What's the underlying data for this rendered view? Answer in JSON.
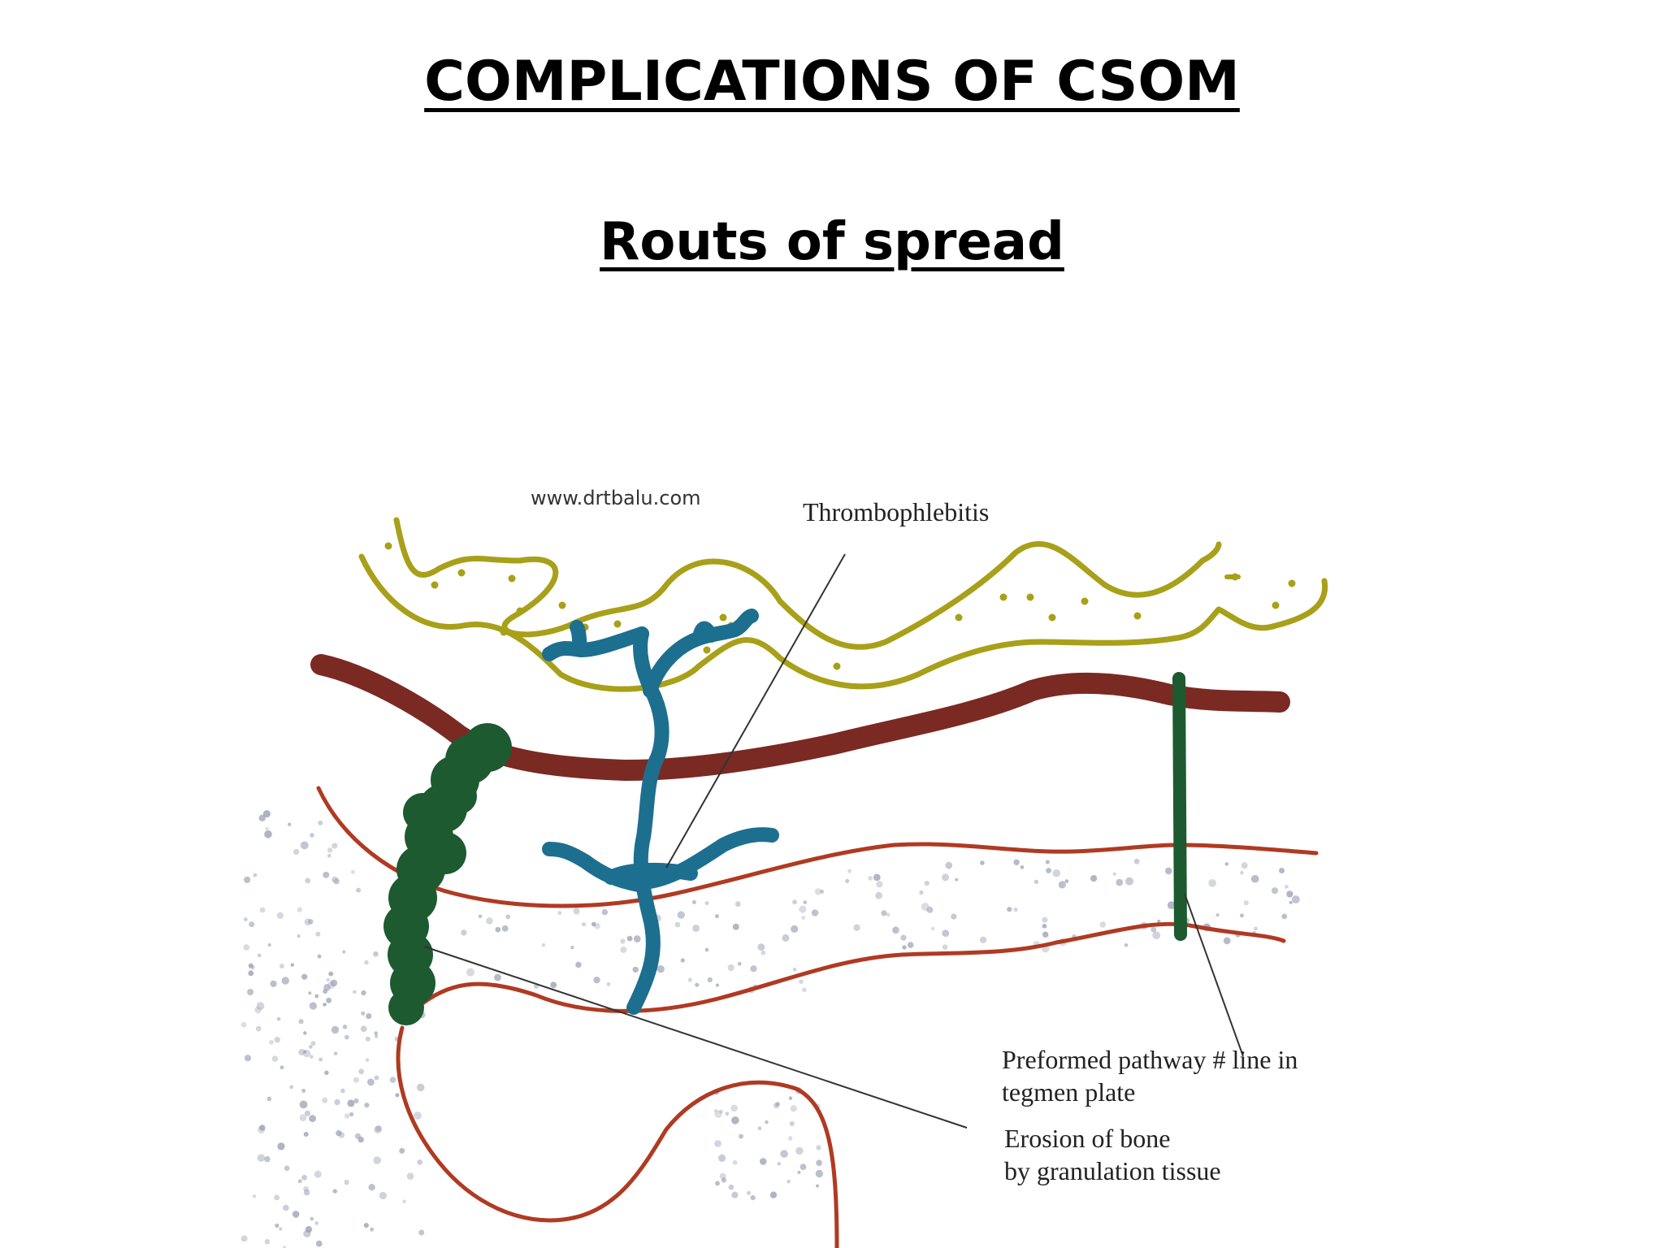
{
  "slide": {
    "title": "COMPLICATIONS OF CSOM",
    "subtitle": "Routs of spread"
  },
  "diagram": {
    "watermark": "www.drtbalu.com",
    "labels": {
      "thrombophlebitis": "Thrombophlebitis",
      "preformed_line1": "Preformed pathway # line in",
      "preformed_line2": "tegmen plate",
      "erosion_line1": "Erosion of bone",
      "erosion_line2": "by granulation tissue"
    },
    "colors": {
      "dura_layers": "#a8a019",
      "tegmen_bone": "#7a2a22",
      "cortex_lines": "#b03a22",
      "vein": "#1d6f8f",
      "granulation_tissue": "#1d5a30",
      "bone_stipple": "#9aa0b4"
    }
  }
}
